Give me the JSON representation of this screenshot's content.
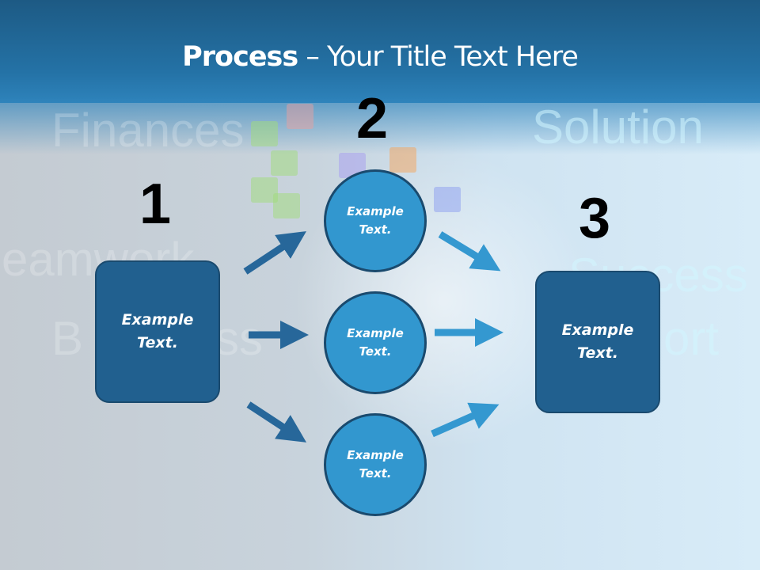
{
  "title": {
    "bold": "Process",
    "rest": " – Your Title Text Here"
  },
  "background_words": [
    "Finances",
    "Solution",
    "eamwork",
    "Success",
    "B",
    "ss",
    "ort"
  ],
  "steps": [
    {
      "number": "1",
      "text_line1": "Example",
      "text_line2": "Text."
    },
    {
      "number": "2",
      "items": [
        {
          "text_line1": "Example",
          "text_line2": "Text."
        },
        {
          "text_line1": "Example",
          "text_line2": "Text."
        },
        {
          "text_line1": "Example",
          "text_line2": "Text."
        }
      ]
    },
    {
      "number": "3",
      "text_line1": "Example",
      "text_line2": "Text."
    }
  ],
  "colors": {
    "box": "#21608f",
    "circle": "#3297cf",
    "arrow_left": "#27679a",
    "arrow_right": "#3498d0"
  }
}
